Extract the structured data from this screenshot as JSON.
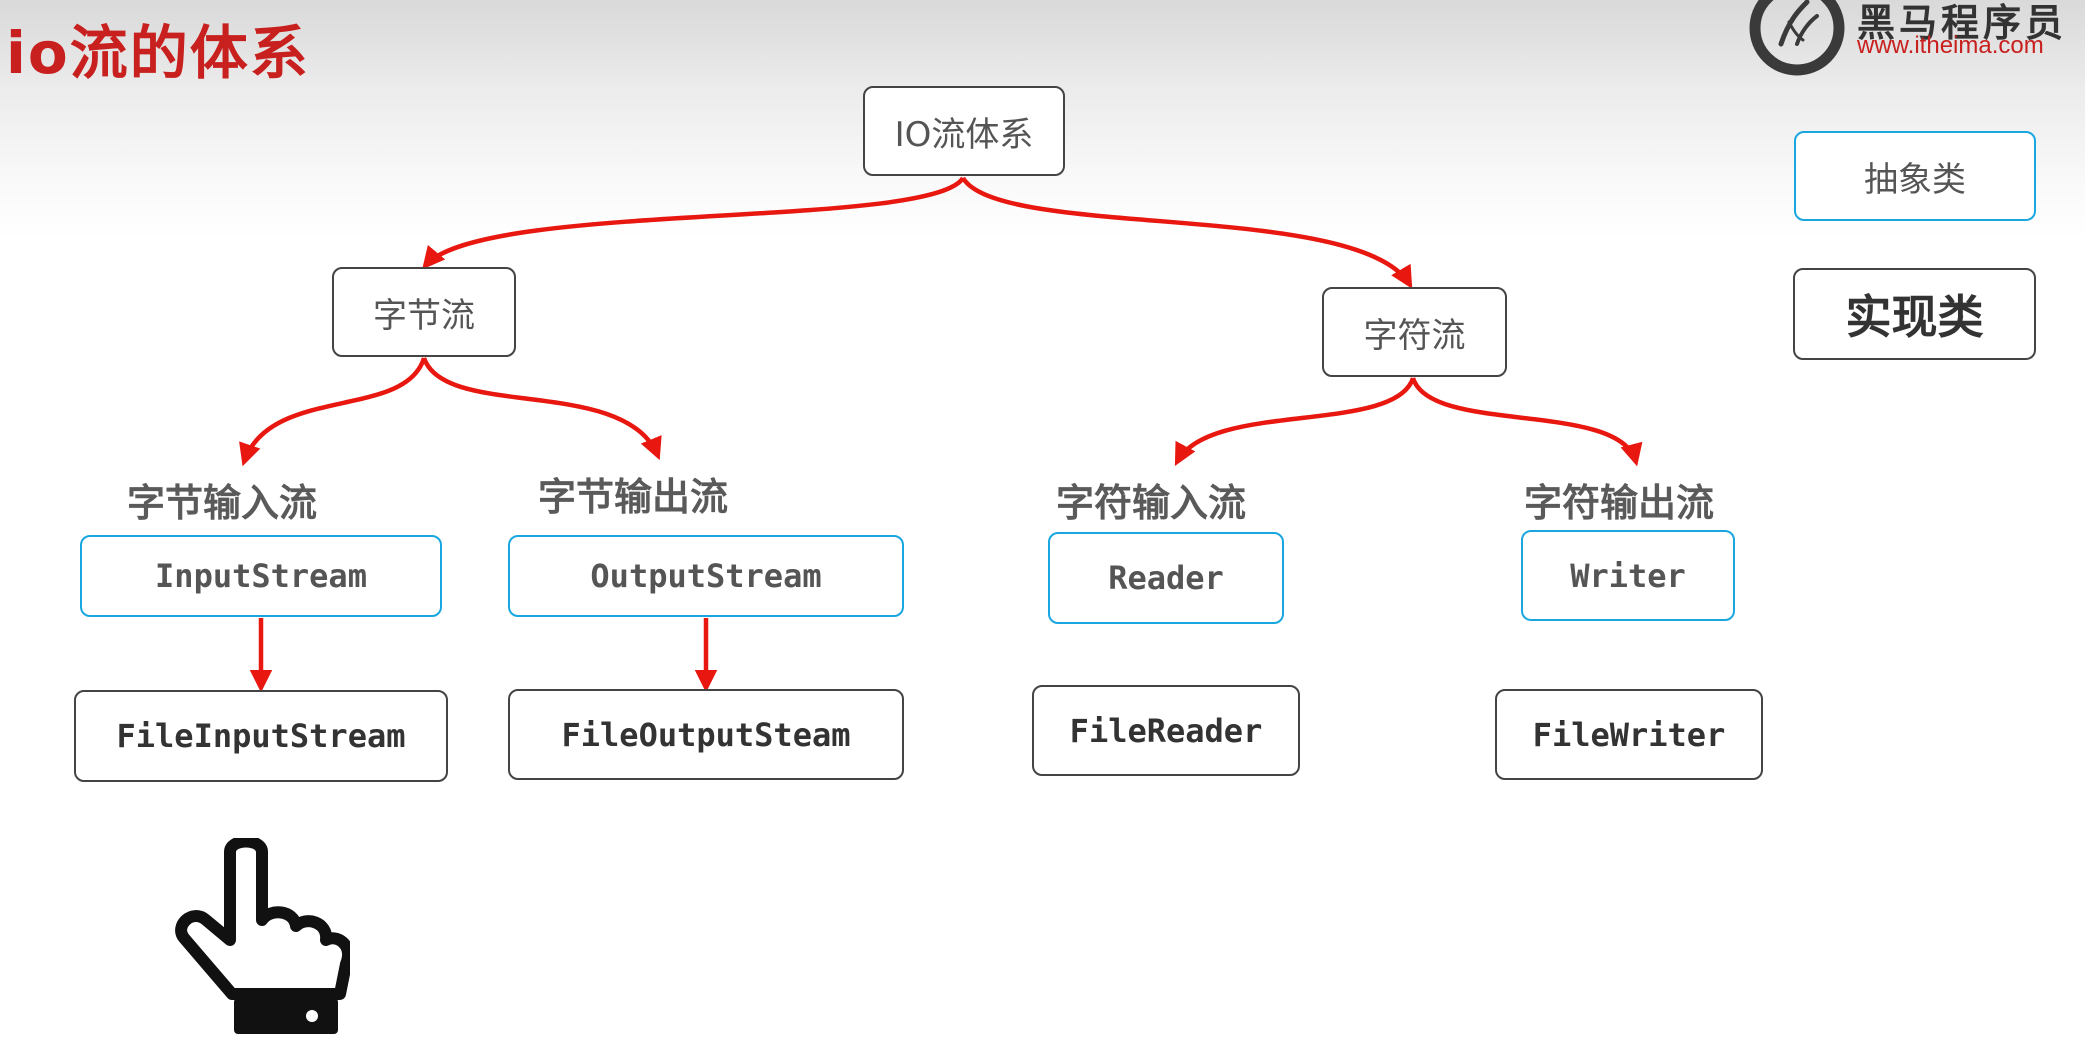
{
  "title": "io流的体系",
  "logo": {
    "name": "黑马程序员",
    "url": "www.itheima.com"
  },
  "legend": {
    "abstract_label": "抽象类",
    "concrete_label": "实现类"
  },
  "tree": {
    "root": "IO流体系",
    "byte_stream": {
      "label": "字节流",
      "input_heading": "字节输入流",
      "input_abstract": "InputStream",
      "input_impl": "FileInputStream",
      "output_heading": "字节输出流",
      "output_abstract": "OutputStream",
      "output_impl": "FileOutputSteam"
    },
    "char_stream": {
      "label": "字符流",
      "input_heading": "字符输入流",
      "input_abstract": "Reader",
      "input_impl": "FileReader",
      "output_heading": "字符输出流",
      "output_abstract": "Writer",
      "output_impl": "FileWriter"
    }
  },
  "colors": {
    "title": "#c8201e",
    "arrow": "#e8170f",
    "abstract_border": "#1aa7e0",
    "concrete_border": "#444444"
  },
  "icons": {
    "cursor": "pointing-hand-cursor-icon",
    "logo": "itheima-logo-icon"
  }
}
